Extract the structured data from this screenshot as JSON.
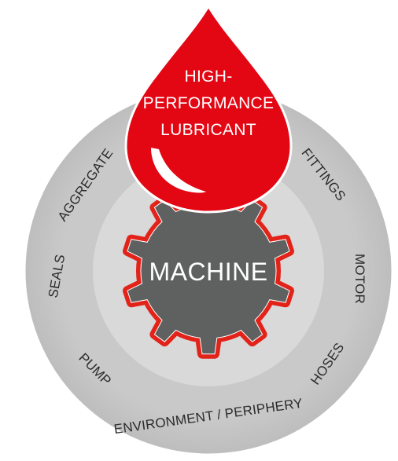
{
  "diagram": {
    "center_label": "MACHINE",
    "drop_label_lines": [
      "HIGH-",
      "PERFORMANCE",
      "LUBRICANT"
    ],
    "ring_labels": [
      {
        "key": "aggregate",
        "text": "AGGREGATE"
      },
      {
        "key": "fittings",
        "text": "FITTINGS"
      },
      {
        "key": "motor",
        "text": "MOTOR"
      },
      {
        "key": "hoses",
        "text": "HOSES"
      },
      {
        "key": "environment",
        "text": "ENVIRONMENT / PERIPHERY"
      },
      {
        "key": "pump",
        "text": "PUMP"
      },
      {
        "key": "seals",
        "text": "SEALS"
      }
    ]
  },
  "colors": {
    "outer_ring": "#c8c8c8",
    "outer_ring_edge": "#ffffff",
    "inner_circle": "#dadada",
    "gear_fill": "#5f6060",
    "gear_outline": "#e2231a",
    "drop_fill": "#e30613",
    "drop_highlight": "#ffffff",
    "text_dark": "#2b2b2b"
  }
}
